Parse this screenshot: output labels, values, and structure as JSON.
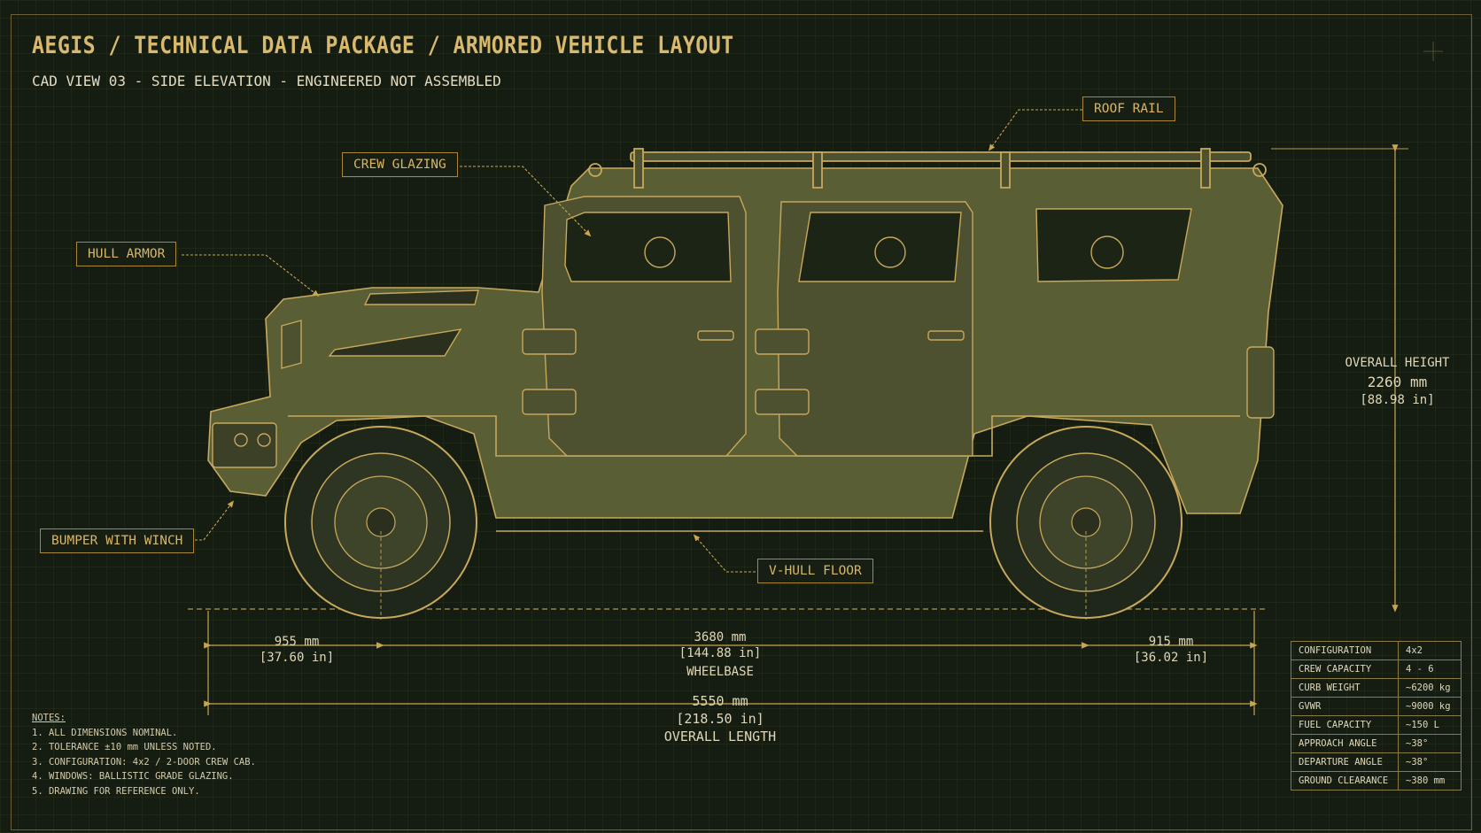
{
  "header": {
    "title": "AEGIS / TECHNICAL DATA PACKAGE / ARMORED VEHICLE LAYOUT",
    "subtitle": "CAD VIEW 03 - SIDE ELEVATION - ENGINEERED NOT ASSEMBLED"
  },
  "callouts": {
    "roof_rail": "ROOF RAIL",
    "crew_glazing": "CREW GLAZING",
    "hull_armor": "HULL ARMOR",
    "bumper_with_winch": "BUMPER WITH WINCH",
    "v_hull_floor": "V-HULL FLOOR"
  },
  "dimensions": {
    "overall_height": {
      "label": "OVERALL HEIGHT",
      "mm": "2260 mm",
      "in": "[88.98 in]"
    },
    "front_overhang": {
      "mm": "955 mm",
      "in": "[37.60 in]"
    },
    "wheelbase": {
      "mm": "3680 mm",
      "in": "[144.88 in]",
      "label": "WHEELBASE"
    },
    "rear_overhang": {
      "mm": "915 mm",
      "in": "[36.02 in]"
    },
    "overall_length": {
      "mm": "5550 mm",
      "in": "[218.50 in]",
      "label": "OVERALL LENGTH"
    }
  },
  "notes": {
    "heading": "NOTES:",
    "items": [
      "1. ALL DIMENSIONS NOMINAL.",
      "2. TOLERANCE ±10 mm UNLESS NOTED.",
      "3. CONFIGURATION: 4x2 / 2-DOOR CREW CAB.",
      "4. WINDOWS: BALLISTIC GRADE GLAZING.",
      "5. DRAWING FOR REFERENCE ONLY."
    ]
  },
  "specs": [
    {
      "key": "CONFIGURATION",
      "value": "4x2"
    },
    {
      "key": "CREW CAPACITY",
      "value": "4 - 6"
    },
    {
      "key": "CURB WEIGHT",
      "value": "~6200 kg"
    },
    {
      "key": "GVWR",
      "value": "~9000 kg"
    },
    {
      "key": "FUEL CAPACITY",
      "value": "~150 L"
    },
    {
      "key": "APPROACH ANGLE",
      "value": "~38°"
    },
    {
      "key": "DEPARTURE ANGLE",
      "value": "~38°"
    },
    {
      "key": "GROUND CLEARANCE",
      "value": "~380 mm"
    }
  ],
  "colors": {
    "background": "#151d13",
    "accent": "#d8b96d",
    "hull": "#5b5f33",
    "line": "#c9ab60"
  }
}
